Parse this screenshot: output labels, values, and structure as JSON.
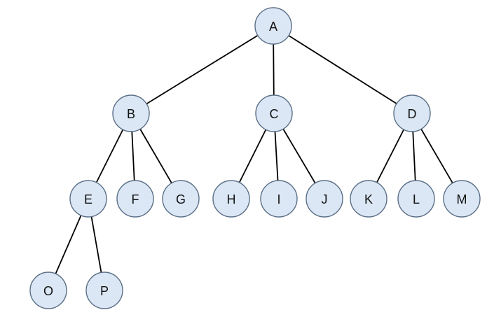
{
  "diagram": {
    "type": "tree",
    "root": "A",
    "nodes": [
      {
        "id": "A",
        "label": "A"
      },
      {
        "id": "B",
        "label": "B"
      },
      {
        "id": "C",
        "label": "C"
      },
      {
        "id": "D",
        "label": "D"
      },
      {
        "id": "E",
        "label": "E"
      },
      {
        "id": "F",
        "label": "F"
      },
      {
        "id": "G",
        "label": "G"
      },
      {
        "id": "H",
        "label": "H"
      },
      {
        "id": "I",
        "label": "I"
      },
      {
        "id": "J",
        "label": "J"
      },
      {
        "id": "K",
        "label": "K"
      },
      {
        "id": "L",
        "label": "L"
      },
      {
        "id": "M",
        "label": "M"
      },
      {
        "id": "O",
        "label": "O"
      },
      {
        "id": "P",
        "label": "P"
      }
    ],
    "edges": [
      {
        "from": "A",
        "to": "B"
      },
      {
        "from": "A",
        "to": "C"
      },
      {
        "from": "A",
        "to": "D"
      },
      {
        "from": "B",
        "to": "E"
      },
      {
        "from": "B",
        "to": "F"
      },
      {
        "from": "B",
        "to": "G"
      },
      {
        "from": "C",
        "to": "H"
      },
      {
        "from": "C",
        "to": "I"
      },
      {
        "from": "C",
        "to": "J"
      },
      {
        "from": "D",
        "to": "K"
      },
      {
        "from": "D",
        "to": "L"
      },
      {
        "from": "D",
        "to": "M"
      },
      {
        "from": "E",
        "to": "O"
      },
      {
        "from": "E",
        "to": "P"
      }
    ],
    "colors": {
      "node_fill": "#dbe7f5",
      "node_stroke": "#5b6f86",
      "edge": "#000000",
      "label": "#111111",
      "background": "#ffffff"
    }
  }
}
